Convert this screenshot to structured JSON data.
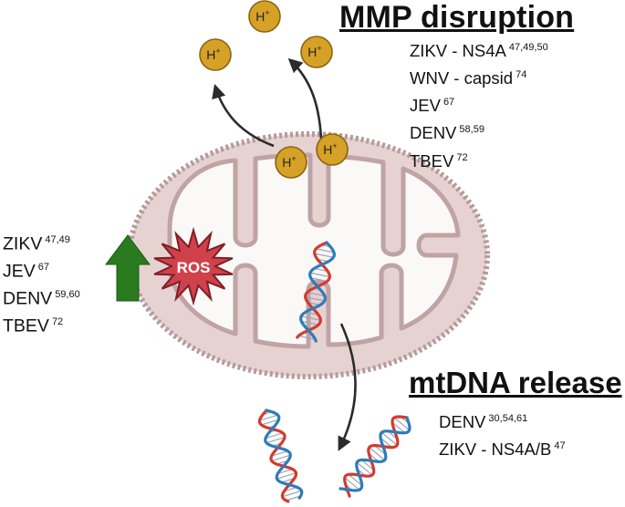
{
  "mmp": {
    "title": "MMP disruption",
    "items": [
      {
        "label": "ZIKV - NS4A",
        "refs": "47,49,50"
      },
      {
        "label": "WNV - capsid",
        "refs": "74"
      },
      {
        "label": "JEV",
        "refs": "67"
      },
      {
        "label": "DENV",
        "refs": "58,59"
      },
      {
        "label": "TBEV",
        "refs": "72"
      }
    ]
  },
  "ros": {
    "label": "ROS",
    "items": [
      {
        "label": "ZIKV",
        "refs": "47,49"
      },
      {
        "label": "JEV",
        "refs": "67"
      },
      {
        "label": "DENV",
        "refs": "59,60"
      },
      {
        "label": "TBEV",
        "refs": "72"
      }
    ]
  },
  "mtdna": {
    "title": "mtDNA release",
    "items": [
      {
        "label": "DENV",
        "refs": "30,54,61"
      },
      {
        "label": "ZIKV - NS4A/B",
        "refs": "47"
      }
    ]
  },
  "proton": {
    "symbol": "H",
    "charge": "+"
  },
  "colors": {
    "membrane_fill": "#e7d2d2",
    "membrane_dots": "#b49a9c",
    "matrix_fill": "#fbf8f8",
    "cristae_stroke": "#bfa3a5",
    "proton_fill": "#d5a227",
    "proton_stroke": "#8a6310",
    "ros_fill": "#d0414b",
    "ros_stroke": "#7e1f26",
    "arrow_green": "#2a7a1f",
    "dna_red": "#d33b2f",
    "dna_blue": "#2f7bb8",
    "arrow_dark": "#2b2b2b"
  }
}
